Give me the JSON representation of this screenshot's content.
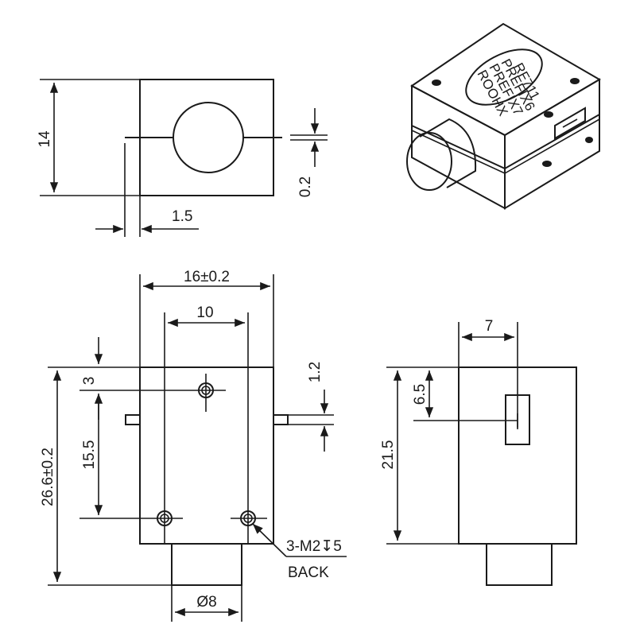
{
  "top_view": {
    "dim_height": "14",
    "dim_gap": "0.2",
    "dim_offset": "1.5"
  },
  "front_view": {
    "dim_width": "16±0.2",
    "dim_hole_spacing": "10",
    "dim_top_hole": "3",
    "dim_hole_vertical": "15.5",
    "dim_total_height": "26.6±0.2",
    "dim_tab": "1.2",
    "dim_diameter": "Ø8",
    "note_thread": "3-M2↧5",
    "note_side": "BACK"
  },
  "side_view": {
    "dim_slot_offset": "7",
    "dim_slot_height": "6.5",
    "dim_body_height": "21.5"
  },
  "iso_view": {
    "label_text": [
      "RF711",
      "PREFIX6",
      "PREFIX7",
      "ROOHX"
    ]
  }
}
